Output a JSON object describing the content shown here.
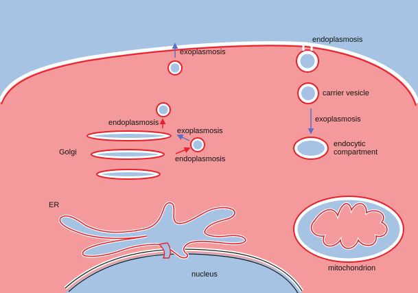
{
  "labels": {
    "exoplasmosis_top": "exoplasmosis",
    "endoplasmosis_top": "endoplasmosis",
    "carrier_vesicle": "carrier vesicle",
    "exoplasmosis_right": "exoplasmosis",
    "endocytic_line1": "endocytic",
    "endocytic_line2": "compartment",
    "golgi_endoplasmosis_upper": "endoplasmosis",
    "golgi_exoplasmosis": "exoplasmosis",
    "golgi_endoplasmosis_lower": "endoplasmosis",
    "golgi": "Golgi",
    "er": "ER",
    "mitochondrion": "mitochondrion",
    "nucleus": "nucleus"
  },
  "colors": {
    "exterior": "#a6c3e3",
    "cytoplasm": "#f59a9c",
    "membrane_white": "#ffffff",
    "membrane_red": "#e8202a",
    "lumen": "#a6c3e3",
    "arrow_blue": "#5b6fc4",
    "arrow_red": "#e8202a",
    "nuclear_envelope": "#1a1a1a"
  }
}
